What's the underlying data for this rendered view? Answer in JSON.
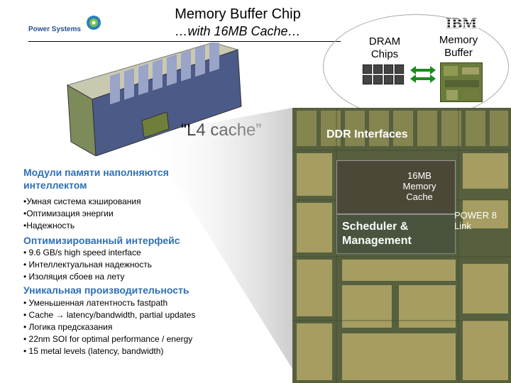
{
  "header": {
    "logo_text": "Power Systems",
    "title": "Memory Buffer Chip",
    "subtitle": "…with 16MB Cache…",
    "ibm_logo": "IBM"
  },
  "diagram": {
    "dram_label": "DRAM Chips",
    "membuf_label": "Memory Buffer",
    "l4_label": "“L4 cache”",
    "ddr_label": "DDR Interfaces",
    "cache_label": "16MB Memory Cache",
    "sched_label": "Scheduler & Management",
    "power_label": "POWER 8 Link"
  },
  "sections": [
    {
      "heading": "Модули памяти наполняются интеллектом",
      "bullets": [
        "•Умная система кэширования",
        "•Оптимизация энергии",
        "•Надежность"
      ]
    },
    {
      "heading": "Оптимизированный интерфейс",
      "bullets": [
        "• 9.6 GB/s high speed interface",
        "• Интеллектуальная надежность",
        "• Изоляция сбоев на лету"
      ]
    },
    {
      "heading": "Уникальная производительность",
      "bullets": [
        "• Уменьшенная латентность fastpath",
        "• Cache → latency/bandwidth, partial updates",
        "• Логика предсказания",
        "• 22nm SOI for optimal performance / energy",
        "• 15 metal levels (latency, bandwidth)"
      ]
    }
  ],
  "colors": {
    "heading": "#2e6fb5",
    "die": "#5a6548",
    "logo": "#2a4f8f"
  }
}
